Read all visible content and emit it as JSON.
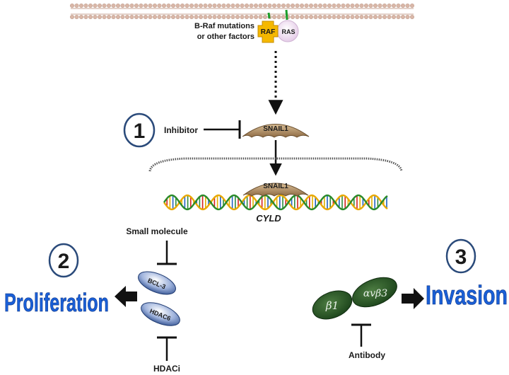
{
  "membrane": {
    "raf_label": "RAF",
    "ras_label": "RAS"
  },
  "labels": {
    "braf_line1": "B-Raf mutations",
    "braf_line2": "or other factors",
    "inhibitor": "Inhibitor",
    "snail_top": "SNAIL1",
    "snail_dna": "SNAIL1",
    "cyld": "CYLD",
    "small_molecule": "Small molecule",
    "bcl3": "BCL-3",
    "hdac6": "HDAC6",
    "hdaci": "HDACi",
    "beta1": "β1",
    "avb3": "αvβ3",
    "antibody": "Antibody",
    "proliferation": "Proliferation",
    "invasion": "Invasion"
  },
  "steps": {
    "one": "1",
    "two": "2",
    "three": "3"
  },
  "colors": {
    "membrane_head": "#d9b7a8",
    "raf": "#f5b800",
    "ras": "#ead6ec",
    "snail": "#b8946a",
    "oval_blue": "#2f4f8f",
    "integrin_green": "#1f4d1f",
    "title_blue": "#1a5fd6"
  }
}
